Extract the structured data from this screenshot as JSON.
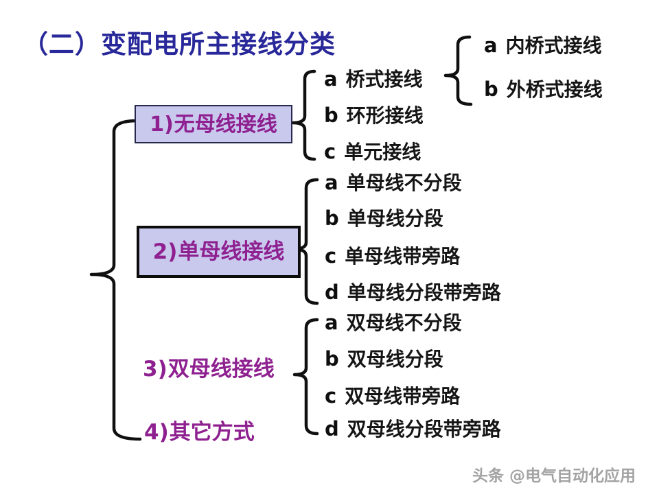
{
  "page": {
    "title": "（二）变配电所主接线分类",
    "watermark": "头条 @电气自动化应用"
  },
  "colors": {
    "title_blue": "#28289a",
    "category_purple": "#8e2090",
    "box_fill": "#c9c9ee",
    "box1_border": "#29294f",
    "box2_border": "#0c0c0c",
    "item_text": "#151515",
    "brace_stroke": "#101010",
    "watermark_gray": "#a3a3a3",
    "background": "#ffffff"
  },
  "tree": {
    "categories": [
      {
        "num": "1)",
        "label": "无母线接线",
        "boxed": true,
        "children": [
          {
            "key": "a",
            "label": "桥式接线",
            "children": [
              {
                "key": "a",
                "label": "内桥式接线"
              },
              {
                "key": "b",
                "label": "外桥式接线"
              }
            ]
          },
          {
            "key": "b",
            "label": "环形接线"
          },
          {
            "key": "c",
            "label": "单元接线"
          }
        ]
      },
      {
        "num": "2)",
        "label": "单母线接线",
        "boxed": true,
        "children": [
          {
            "key": "a",
            "label": "单母线不分段"
          },
          {
            "key": "b",
            "label": "单母线分段"
          },
          {
            "key": "c",
            "label": "单母线带旁路"
          },
          {
            "key": "d",
            "label": "单母线分段带旁路"
          }
        ]
      },
      {
        "num": "3)",
        "label": "双母线接线",
        "boxed": false,
        "children": [
          {
            "key": "a",
            "label": "双母线不分段"
          },
          {
            "key": "b",
            "label": "双母线分段"
          },
          {
            "key": "c",
            "label": "双母线带旁路"
          },
          {
            "key": "d",
            "label": "双母线分段带旁路"
          }
        ]
      },
      {
        "num": "4)",
        "label": "其它方式",
        "boxed": false,
        "children": []
      }
    ]
  }
}
